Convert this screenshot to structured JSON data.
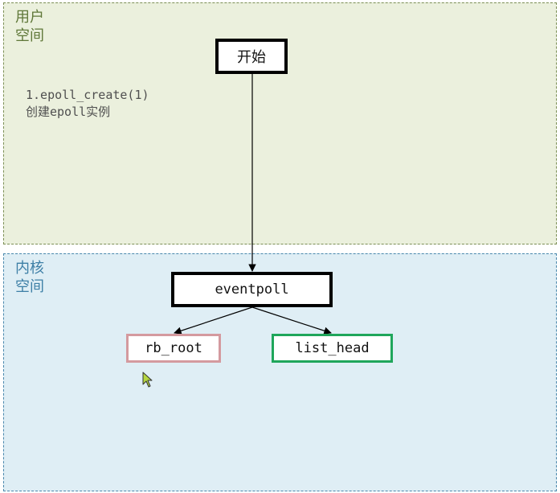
{
  "colors": {
    "user_space_bg": "#ebf0dd",
    "user_space_border": "#7c8f55",
    "user_space_label": "#5f7738",
    "kernel_space_bg": "#dfeef5",
    "kernel_space_border": "#4a88ad",
    "kernel_space_label": "#3d7fa6",
    "note_text": "#4f4f4f",
    "rb_root_border": "#d49a9f",
    "list_head_border": "#1fa65b",
    "cursor_fill": "#b5d640"
  },
  "user_space": {
    "label": "用户空间"
  },
  "kernel_space": {
    "label": "内核空间"
  },
  "note": {
    "line1": "1.epoll_create(1)",
    "line2": "创建epoll实例"
  },
  "nodes": {
    "start": "开始",
    "eventpoll": "eventpoll",
    "rb_root": "rb_root",
    "list_head": "list_head"
  },
  "icons": {
    "cursor": "mouse-pointer-icon"
  }
}
